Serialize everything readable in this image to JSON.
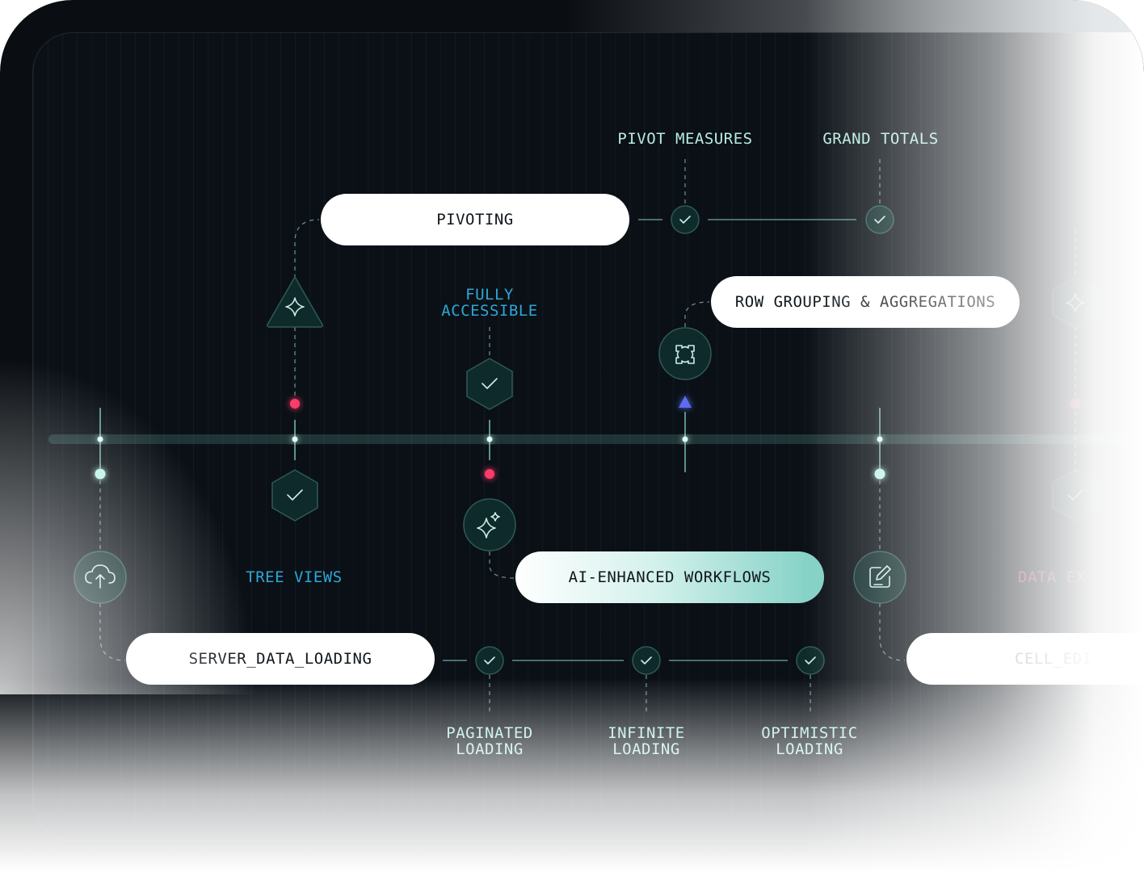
{
  "pills": {
    "pivoting": "PIVOTING",
    "row_grouping": "ROW GROUPING & AGGREGATIONS",
    "ai_workflows": "AI-ENHANCED WORKFLOWS",
    "server_data_loading": "SERVER_DATA_LOADING",
    "cell_editing": "CELL_EDI"
  },
  "labels": {
    "pivot_measures": "PIVOT MEASURES",
    "grand_totals": "GRAND TOTALS",
    "fully_accessible": "FULLY\nACCESSIBLE",
    "tree_views": "TREE VIEWS",
    "data_export": "DATA EX",
    "paginated_loading": "PAGINATED\nLOADING",
    "infinite_loading": "INFINITE\nLOADING",
    "optimistic_loading": "OPTIMISTIC\nLOADING"
  },
  "icons": [
    "sparkle-icon",
    "check-icon",
    "cloud-upload-icon",
    "sparkles-icon",
    "grouping-icon",
    "edit-icon"
  ],
  "colors": {
    "background": "#0a1016",
    "timeline": "#9fe8d6",
    "accent_mint": "#b8ecdf",
    "accent_blue": "#2fa6d6",
    "accent_red": "#ff3b6b",
    "accent_indigo": "#5b6cf0",
    "pill_bg": "#ffffff"
  }
}
